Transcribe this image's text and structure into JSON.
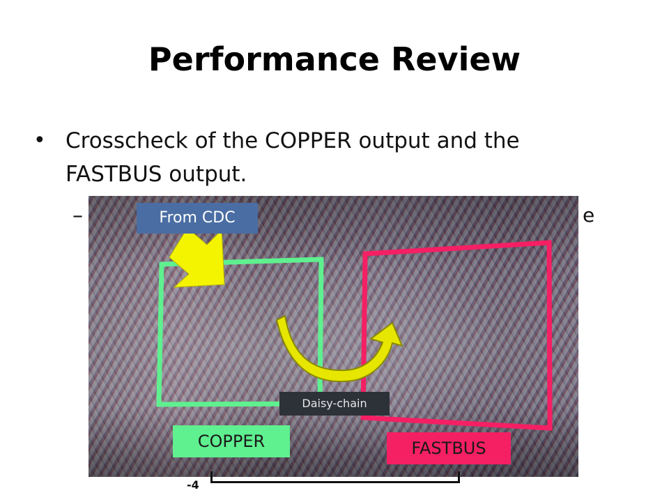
{
  "slide": {
    "title": "Performance Review",
    "bullet": "Crosscheck of the COPPER output and the FASTBUS output.",
    "sub_dash": "–",
    "sub_tail": "e",
    "page_number": "-4"
  },
  "photo_labels": {
    "from_cdc": "From CDC",
    "daisy_chain": "Daisy-chain",
    "copper": "COPPER",
    "fastbus": "FASTBUS"
  },
  "colors": {
    "copper_frame": "#5ff08f",
    "fastbus_frame": "#f51f64",
    "arrow": "#f4f400",
    "from_cdc_bg": "#4a6da3"
  },
  "icons": {
    "down_arrow": "yellow-down-arrow-icon",
    "curved_arrow": "yellow-curved-arrow-icon"
  }
}
